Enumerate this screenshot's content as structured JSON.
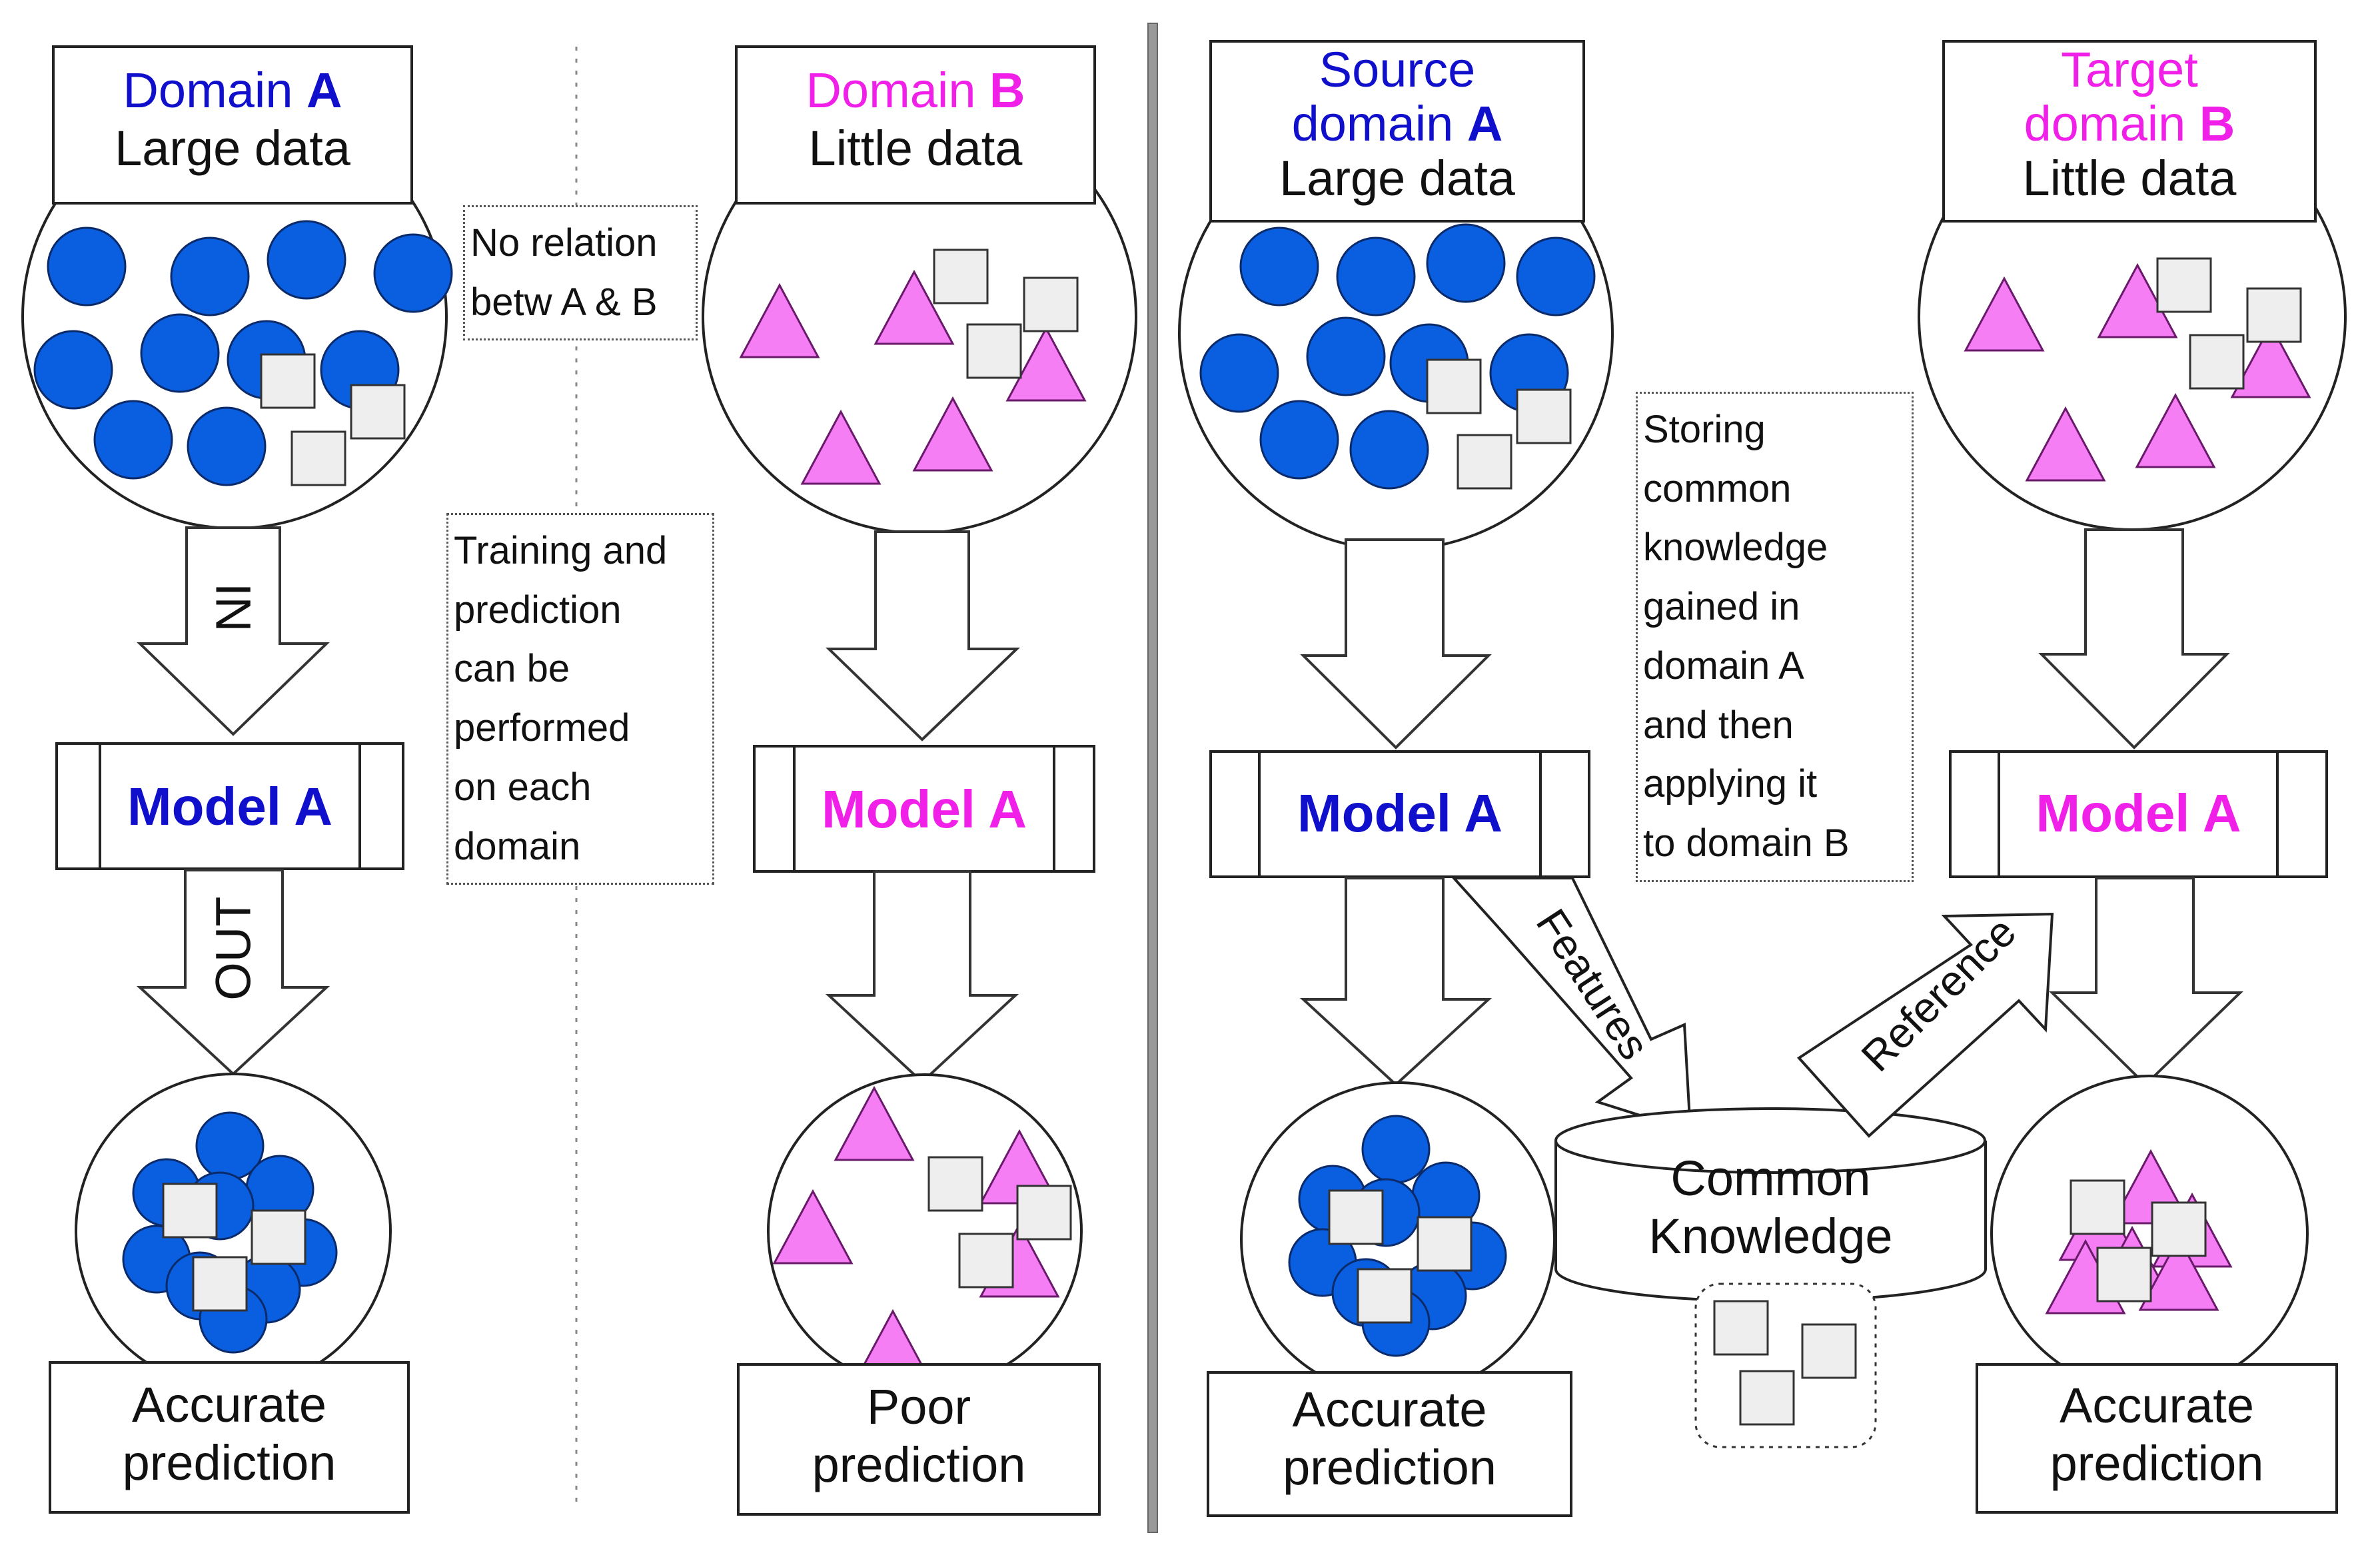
{
  "colors": {
    "blue_text": "#1010cc",
    "pink_text": "#f020e8",
    "circle_fill": "#0a5ee0",
    "triangle_fill": "#f57ef5",
    "square_fill": "#eeeeee"
  },
  "panel1": {
    "domain_word": "Domain",
    "domain_letter": "A",
    "data_label": "Large data",
    "model_label": "Model A",
    "in_label": "IN",
    "out_label": "OUT",
    "result_line1": "Accurate",
    "result_line2": "prediction"
  },
  "panel2": {
    "domain_word": "Domain",
    "domain_letter": "B",
    "data_label": "Little data",
    "model_label": "Model A",
    "result_line1": "Poor",
    "result_line2": "prediction"
  },
  "notes": {
    "no_relation": [
      "No relation",
      "betw A & B"
    ],
    "training": [
      "Training and",
      "prediction",
      "can be",
      "performed",
      "on each",
      "domain"
    ],
    "storing": [
      "Storing",
      "common",
      "knowledge",
      "gained in",
      "domain A",
      "and then",
      "applying it",
      "to domain B"
    ]
  },
  "panel3": {
    "line1": "Source",
    "domain_word": "domain",
    "domain_letter": "A",
    "data_label": "Large data",
    "model_label": "Model A",
    "result_line1": "Accurate",
    "result_line2": "prediction"
  },
  "panel4": {
    "line1": "Target",
    "domain_word": "domain",
    "domain_letter": "B",
    "data_label": "Little data",
    "model_label": "Model A",
    "result_line1": "Accurate",
    "result_line2": "prediction"
  },
  "common": {
    "line1": "Common",
    "line2": "Knowledge",
    "features_label": "Features",
    "reference_label": "Reference"
  }
}
